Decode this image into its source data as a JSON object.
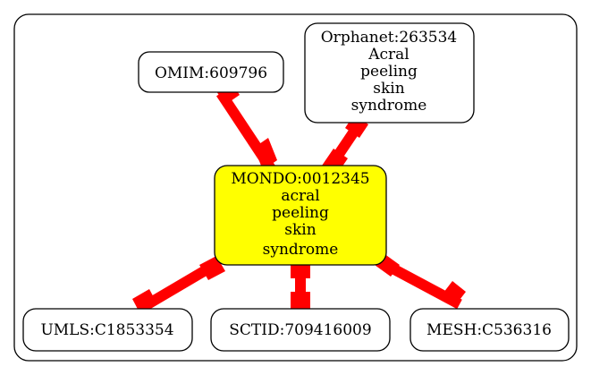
{
  "diagram": {
    "colors": {
      "background": "#ffffff",
      "border": "#000000",
      "edge": "#ff0000",
      "center_fill": "#ffff00",
      "node_fill": "#ffffff"
    },
    "center": {
      "lines": [
        "MONDO:0012345",
        "acral",
        "peeling",
        "skin",
        "syndrome"
      ]
    },
    "nodes": {
      "omim": {
        "lines": [
          "OMIM:609796"
        ]
      },
      "orphanet": {
        "lines": [
          "Orphanet:263534",
          "Acral",
          "peeling",
          "skin",
          "syndrome"
        ]
      },
      "umls": {
        "lines": [
          "UMLS:C1853354"
        ]
      },
      "sctid": {
        "lines": [
          "SCTID:709416009"
        ]
      },
      "mesh": {
        "lines": [
          "MESH:C536316"
        ]
      }
    }
  }
}
